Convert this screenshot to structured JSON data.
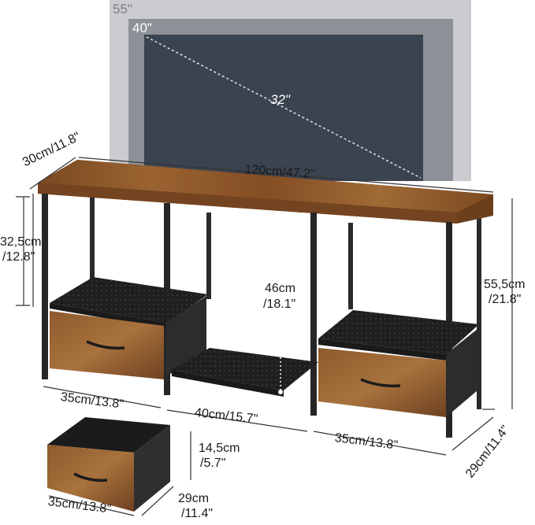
{
  "tv_sizes": {
    "size_55": "55\"",
    "size_40": "40\"",
    "size_32": "32\""
  },
  "dimensions": {
    "depth": "30cm/11.8\"",
    "width": "120cm/47.2\"",
    "top_shelf_height_cm": "32,5cm",
    "top_shelf_height_in": "/12.8\"",
    "middle_height_cm": "46cm",
    "middle_height_in": "/18.1\"",
    "total_height_cm": "55,5cm",
    "total_height_in": "/21.8\"",
    "left_bay_width": "35cm/13.8\"",
    "middle_bay_width": "40cm/15.7\"",
    "right_bay_width": "35cm/13.8\"",
    "side_depth": "29cm/11.4\"",
    "drawer_height_cm": "14,5cm",
    "drawer_height_in": "/5.7\"",
    "drawer_width": "35cm/13.8\"",
    "drawer_depth_cm": "29cm",
    "drawer_depth_in": "/11.4\""
  },
  "colors": {
    "tv_55": "#c9cbce",
    "tv_40": "#8c9096",
    "tv_32": "#3b4451",
    "wood": "#8a5326",
    "frame": "#2b2b2b",
    "dimension_line": "#333333"
  }
}
